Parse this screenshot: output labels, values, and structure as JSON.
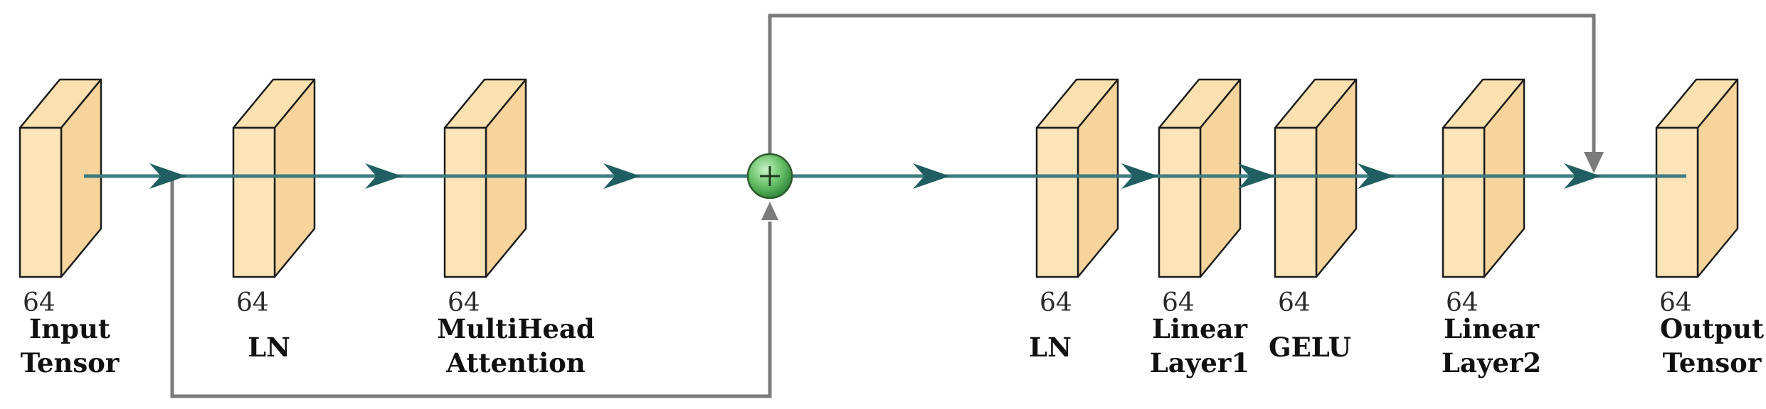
{
  "blocks": [
    {
      "id": "input",
      "dim": "64",
      "label_lines": [
        "Input",
        "Tensor"
      ]
    },
    {
      "id": "ln1",
      "dim": "64",
      "label_lines": [
        "LN"
      ]
    },
    {
      "id": "mha",
      "dim": "64",
      "label_lines": [
        "MultiHead",
        "Attention"
      ]
    },
    {
      "id": "ln2",
      "dim": "64",
      "label_lines": [
        "LN"
      ]
    },
    {
      "id": "linear1",
      "dim": "64",
      "label_lines": [
        "Linear",
        "Layer1"
      ]
    },
    {
      "id": "gelu",
      "dim": "64",
      "label_lines": [
        "GELU"
      ]
    },
    {
      "id": "linear2",
      "dim": "64",
      "label_lines": [
        "Linear",
        "Layer2"
      ]
    },
    {
      "id": "output",
      "dim": "64",
      "label_lines": [
        "Output",
        "Tensor"
      ]
    }
  ],
  "add_node": {
    "symbol": "+"
  },
  "colors": {
    "block_fill": "#fde4b8",
    "flow_line": "#3d7c80",
    "skip_line": "#7b7b7b",
    "add_node": "#5cb85c"
  }
}
